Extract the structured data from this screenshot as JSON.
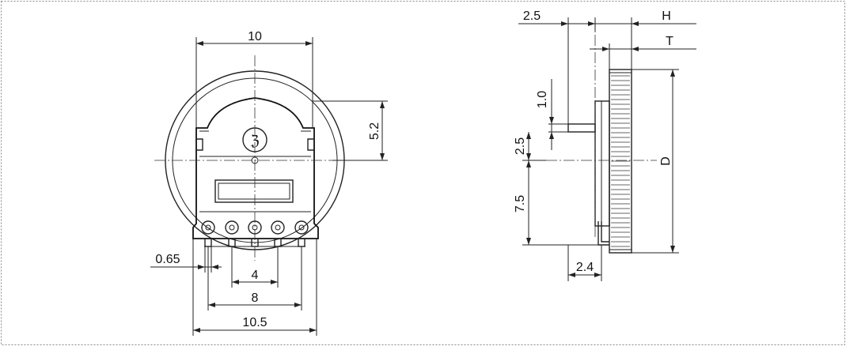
{
  "front_view": {
    "dims": {
      "width_top": "10",
      "pitch_small": "4",
      "pitch_mid": "8",
      "width_bottom": "10.5",
      "pin_width": "0.65",
      "shaft_offset": "5.2"
    },
    "pin_count": 5
  },
  "side_view": {
    "dims": {
      "gap_top": "2.5",
      "H": "H",
      "T": "T",
      "pin_len": "1.0",
      "offset_small": "2.5",
      "height_low": "7.5",
      "D": "D",
      "base_width": "2.4"
    }
  }
}
